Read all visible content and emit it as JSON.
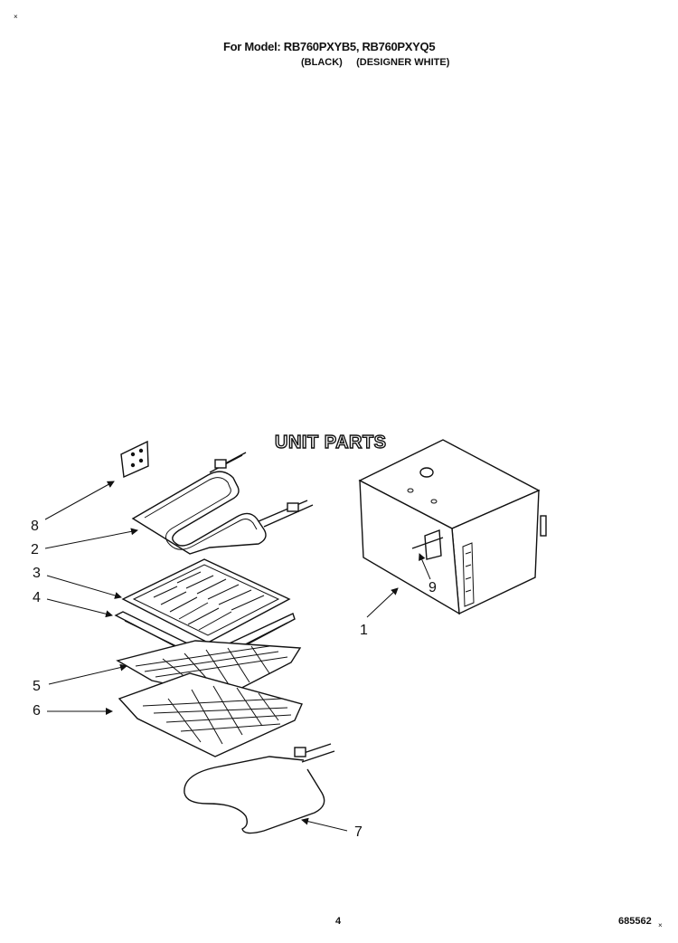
{
  "header": {
    "model_line": "For Model: RB760PXYB5, RB760PXYQ5",
    "color_line": "(BLACK)     (DESIGNER WHITE)",
    "corner_mark": "×"
  },
  "diagram": {
    "title": "UNIT PARTS",
    "callouts": [
      {
        "id": "1",
        "label": "1"
      },
      {
        "id": "2",
        "label": "2"
      },
      {
        "id": "3",
        "label": "3"
      },
      {
        "id": "4",
        "label": "4"
      },
      {
        "id": "5",
        "label": "5"
      },
      {
        "id": "6",
        "label": "6"
      },
      {
        "id": "7",
        "label": "7"
      },
      {
        "id": "8",
        "label": "8"
      },
      {
        "id": "9",
        "label": "9"
      }
    ]
  },
  "footer": {
    "page_number": "4",
    "doc_number": "685562",
    "doc_suffix": "×"
  }
}
